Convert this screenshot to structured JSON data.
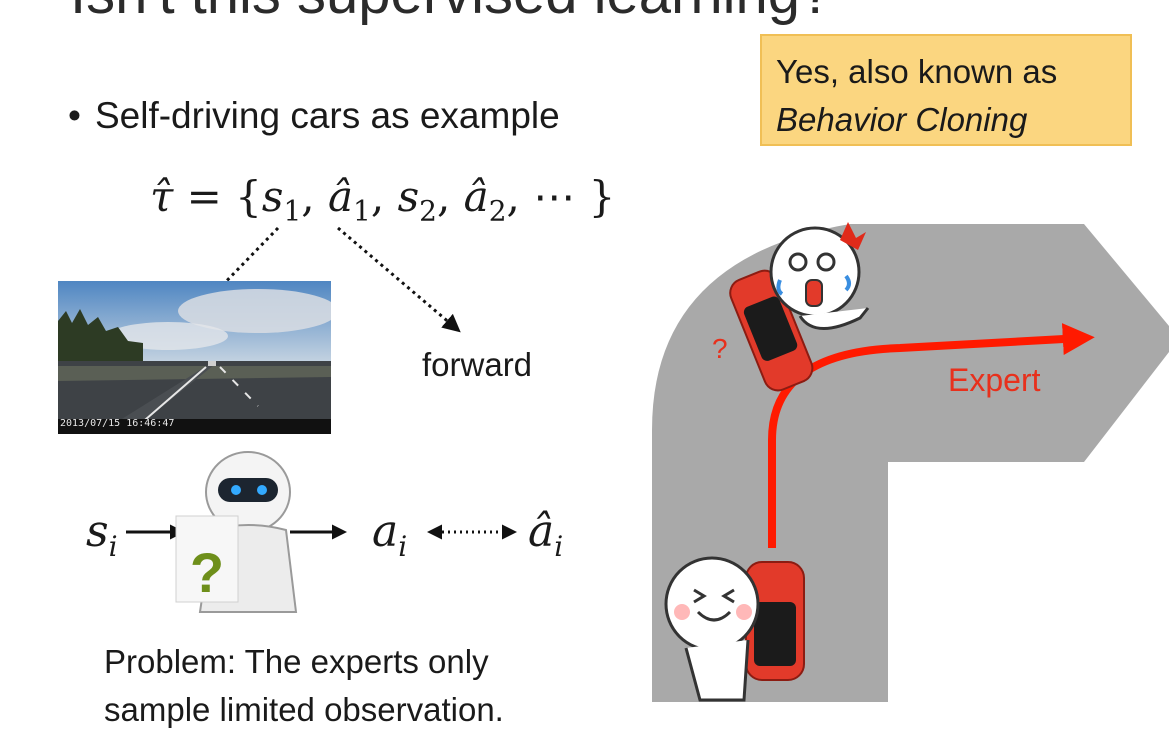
{
  "slide": {
    "title": "Isn't this supervised learning?",
    "bullet": "Self-driving cars as example",
    "callout": {
      "line1": "Yes, also known as",
      "line2": "Behavior Cloning"
    },
    "trajectory": {
      "tau": "τ̂",
      "equals": "=",
      "open": "{",
      "s1": "s",
      "s1_sub": "1",
      "a1": "â",
      "a1_sub": "1",
      "s2": "s",
      "s2_sub": "2",
      "a2": "â",
      "a2_sub": "2",
      "ellipsis": "⋯",
      "close": "}"
    },
    "forward_label": "forward",
    "photo_timestamp": "2013/07/15 16:46:47",
    "policy": {
      "input": "s",
      "input_sub": "i",
      "output": "a",
      "output_sub": "i",
      "target": "â",
      "target_sub": "i",
      "box_symbol": "?"
    },
    "problem": {
      "line1": "Problem: The experts only",
      "line2": "sample limited observation."
    },
    "road": {
      "expert_label": "Expert",
      "question_mark": "?"
    }
  },
  "colors": {
    "callout_bg": "#fbd680",
    "road": "#a9a9a9",
    "expert_path": "#ff1a00",
    "car": "#e23a2a",
    "question_box": "#6e8f1a"
  }
}
